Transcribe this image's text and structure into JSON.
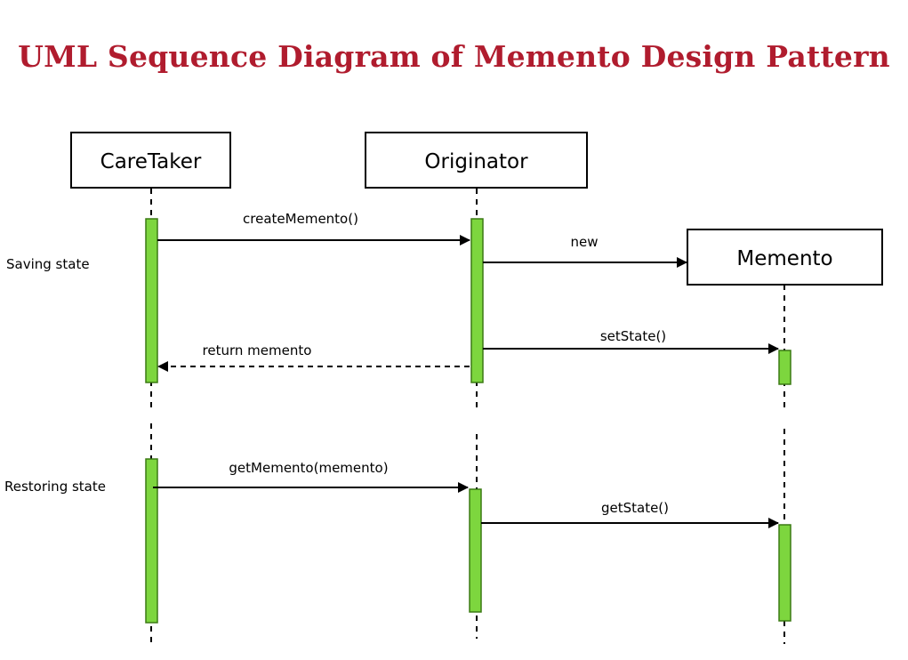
{
  "title": "UML Sequence Diagram of Memento Design Pattern",
  "colors": {
    "title": "#b01c2e",
    "activation_fill": "#7dd63e",
    "line": "#000000"
  },
  "participants": {
    "caretaker": "CareTaker",
    "originator": "Originator",
    "memento": "Memento"
  },
  "sections": {
    "saving": "Saving state",
    "restoring": "Restoring state"
  },
  "messages": {
    "create_memento": "createMemento()",
    "new": "new",
    "set_state": "setState()",
    "return_memento": "return memento",
    "get_memento": "getMemento(memento)",
    "get_state": "getState()"
  }
}
